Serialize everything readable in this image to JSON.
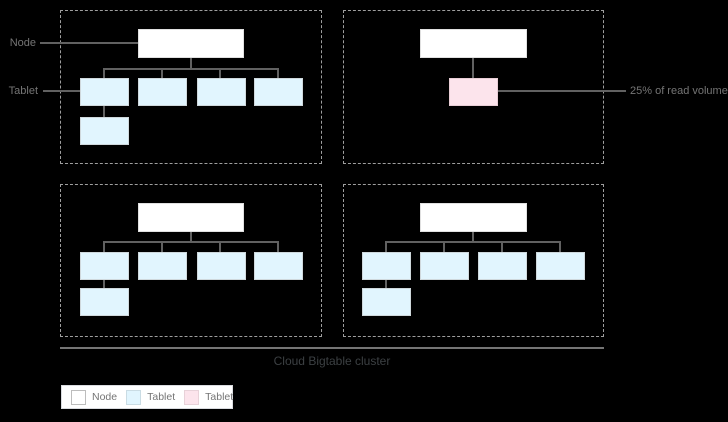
{
  "labels": {
    "node_pointer": "Node",
    "tablet_pointer": "Tablet",
    "read_volume": "25% of read volume",
    "cluster_caption": "Cloud Bigtable cluster"
  },
  "legend": {
    "items": [
      {
        "label": "Node",
        "swatch": "node-white-swatch"
      },
      {
        "label": "Tablet",
        "swatch": "tablet-blue-swatch"
      },
      {
        "label": "Tablet",
        "swatch": "tablet-pink-swatch"
      }
    ]
  },
  "diagram": {
    "caption": "Cloud Bigtable cluster",
    "groups": [
      {
        "position": "top-left",
        "node_boxes": 1,
        "blue_tablets": 5,
        "pink_tablets": 0,
        "annotation": ""
      },
      {
        "position": "top-right",
        "node_boxes": 1,
        "blue_tablets": 0,
        "pink_tablets": 1,
        "annotation": "25% of read volume"
      },
      {
        "position": "bottom-left",
        "node_boxes": 1,
        "blue_tablets": 5,
        "pink_tablets": 0,
        "annotation": ""
      },
      {
        "position": "bottom-right",
        "node_boxes": 1,
        "blue_tablets": 5,
        "pink_tablets": 0,
        "annotation": ""
      }
    ]
  },
  "colors": {
    "background": "#000000",
    "node-fill": "#ffffff",
    "node-border": "#e0e0e0",
    "tablet-blue-fill": "#e1f5fe",
    "tablet-blue-border": "#cfd8dc",
    "tablet-pink-fill": "#fce4ec",
    "tablet-pink-border": "#e8cdd5",
    "connector": "#616161",
    "dashed-border": "#9e9e9e",
    "gray-text": "#757575",
    "caption-text": "#3c4043",
    "separator": "#757575",
    "legend-bg": "#ffffff",
    "legend-border": "#dadce0"
  }
}
